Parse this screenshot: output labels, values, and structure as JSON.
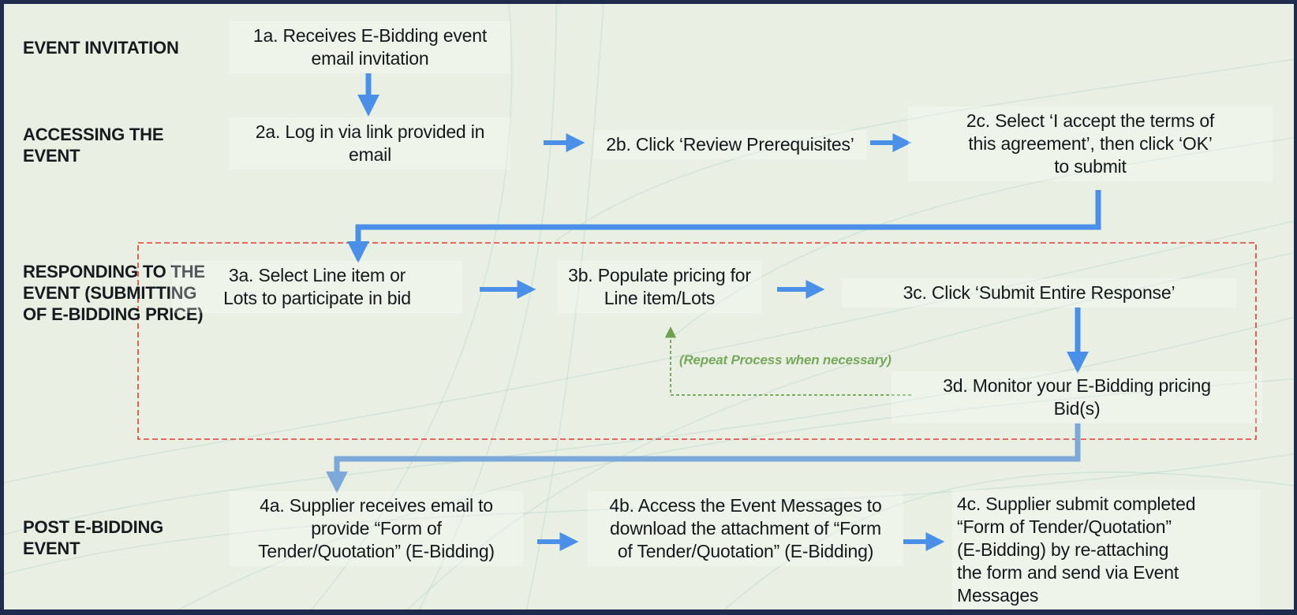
{
  "colors": {
    "background": "#e9f0e3",
    "frame_border": "#1e2b4d",
    "arrow_blue": "#4a90e8",
    "connector_light_blue": "#7ca8da",
    "repeat_green": "#6fa050",
    "highlight_box_red": "#e23b2e",
    "text": "#14181a"
  },
  "stages": [
    {
      "id": "event-invitation",
      "label_lines": [
        "EVENT INVITATION"
      ]
    },
    {
      "id": "accessing-the-event",
      "label_lines": [
        "ACCESSING THE",
        "EVENT"
      ]
    },
    {
      "id": "responding-to-the-event",
      "label_lines": [
        "RESPONDING TO THE",
        "EVENT (SUBMITTING",
        "OF E-BIDDING PRICE)"
      ]
    },
    {
      "id": "post-e-bidding-event",
      "label_lines": [
        "POST E-BIDDING",
        "EVENT"
      ]
    }
  ],
  "steps": {
    "s1a": {
      "lines": [
        "1a. Receives E-Bidding event",
        "email invitation"
      ]
    },
    "s2a": {
      "lines": [
        "2a. Log in via link provided in",
        "email"
      ]
    },
    "s2b": {
      "lines": [
        "2b. Click ‘Review Prerequisites’"
      ]
    },
    "s2c": {
      "lines": [
        "2c. Select ‘I accept the terms of",
        "this agreement’, then click ‘OK’",
        "to submit"
      ]
    },
    "s3a": {
      "lines": [
        "3a. Select Line item or",
        "Lots to participate in bid"
      ]
    },
    "s3b": {
      "lines": [
        "3b. Populate pricing for",
        "Line item/Lots"
      ]
    },
    "s3c": {
      "lines": [
        "3c. Click ‘Submit Entire Response’"
      ]
    },
    "s3d": {
      "lines": [
        "3d. Monitor your E-Bidding pricing",
        "Bid(s)"
      ]
    },
    "s4a": {
      "lines": [
        "4a. Supplier receives email to",
        "provide “Form of",
        "Tender/Quotation” (E-Bidding)"
      ]
    },
    "s4b": {
      "lines": [
        "4b. Access the Event Messages to",
        "download the attachment of “Form",
        "of Tender/Quotation” (E-Bidding)"
      ]
    },
    "s4c": {
      "lines": [
        "4c. Supplier submit completed",
        "“Form of Tender/Quotation”",
        "(E-Bidding) by re-attaching",
        "the form and send via Event",
        "Messages"
      ]
    }
  },
  "repeat_note": "(Repeat Process when necessary)"
}
